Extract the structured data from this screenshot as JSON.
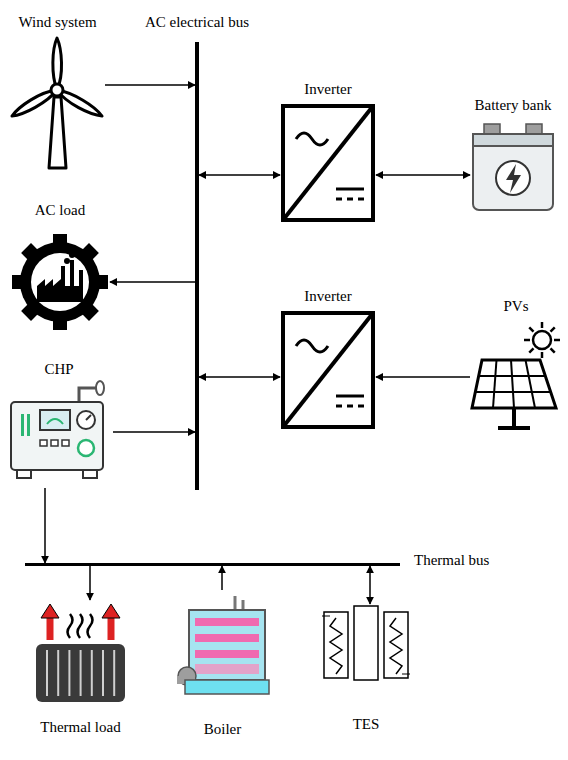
{
  "diagram": {
    "nodes": [
      {
        "text": [
          "Wind system"
        ]
      },
      {
        "text": [
          "AC electrical bus"
        ]
      },
      {
        "text": [
          "Inverter"
        ]
      },
      {
        "text": [
          "Battery bank"
        ]
      },
      {
        "text": [
          "AC load"
        ]
      },
      {
        "text": [
          "Inverter"
        ]
      },
      {
        "text": [
          "PVs"
        ]
      },
      {
        "text": [
          "CHP"
        ]
      },
      {
        "text": [
          "Thermal bus"
        ]
      },
      {
        "text": [
          "Thermal load"
        ]
      },
      {
        "text": [
          "Boiler"
        ]
      },
      {
        "text": [
          "TES"
        ]
      }
    ],
    "edges": [
      {
        "from": 0,
        "to": 1,
        "arrow": "to"
      },
      {
        "from": 1,
        "to": 4,
        "arrow": "to"
      },
      {
        "from": 7,
        "to": 1,
        "arrow": "to"
      },
      {
        "from": 1,
        "to": 2,
        "arrow": "both"
      },
      {
        "from": 2,
        "to": 3,
        "arrow": "both"
      },
      {
        "from": 1,
        "to": 5,
        "arrow": "both"
      },
      {
        "from": 6,
        "to": 5,
        "arrow": "to"
      },
      {
        "from": 7,
        "to": 8,
        "arrow": "to"
      },
      {
        "from": 8,
        "to": 9,
        "arrow": "to"
      },
      {
        "from": 10,
        "to": 8,
        "arrow": "to"
      },
      {
        "from": 8,
        "to": 11,
        "arrow": "both"
      }
    ]
  }
}
